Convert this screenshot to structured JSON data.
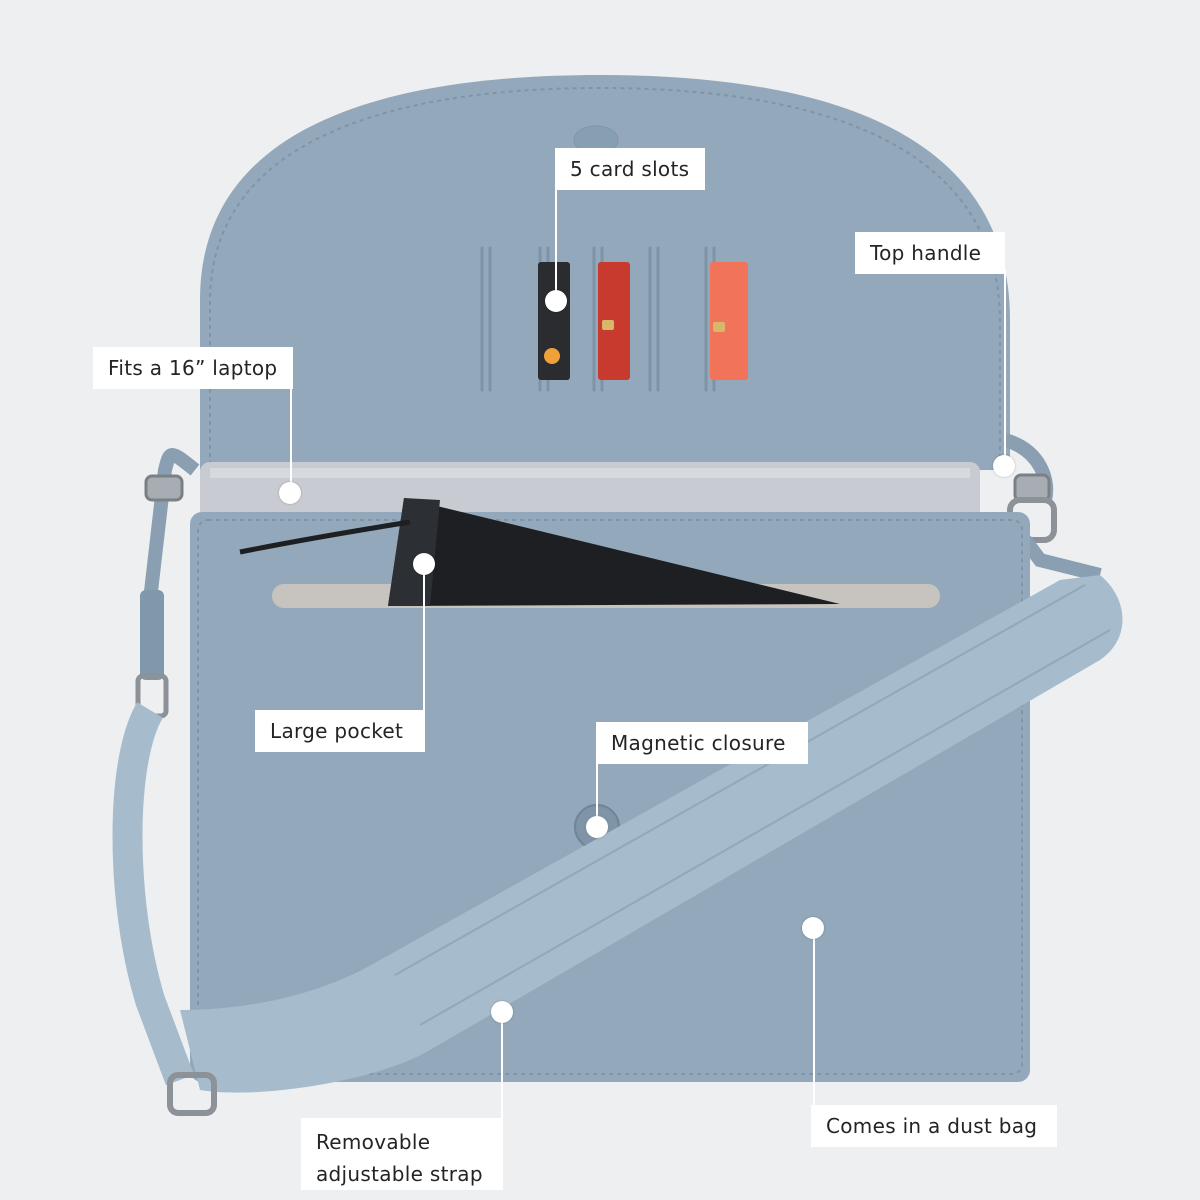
{
  "callouts": {
    "card_slots": "5 card slots",
    "top_handle": "Top handle",
    "laptop": "Fits a 16” laptop",
    "large_pocket": "Large pocket",
    "magnetic_closure": "Magnetic closure",
    "strap": "Removable adjustable strap",
    "dust_bag": "Comes in a dust bag"
  },
  "colors": {
    "background": "#eeeff0",
    "bag": "#93a9bb",
    "strap": "#a6bccd",
    "laptop": "#c8ccd2",
    "card_red": "#c83a2e",
    "card_coral": "#f0735a"
  }
}
